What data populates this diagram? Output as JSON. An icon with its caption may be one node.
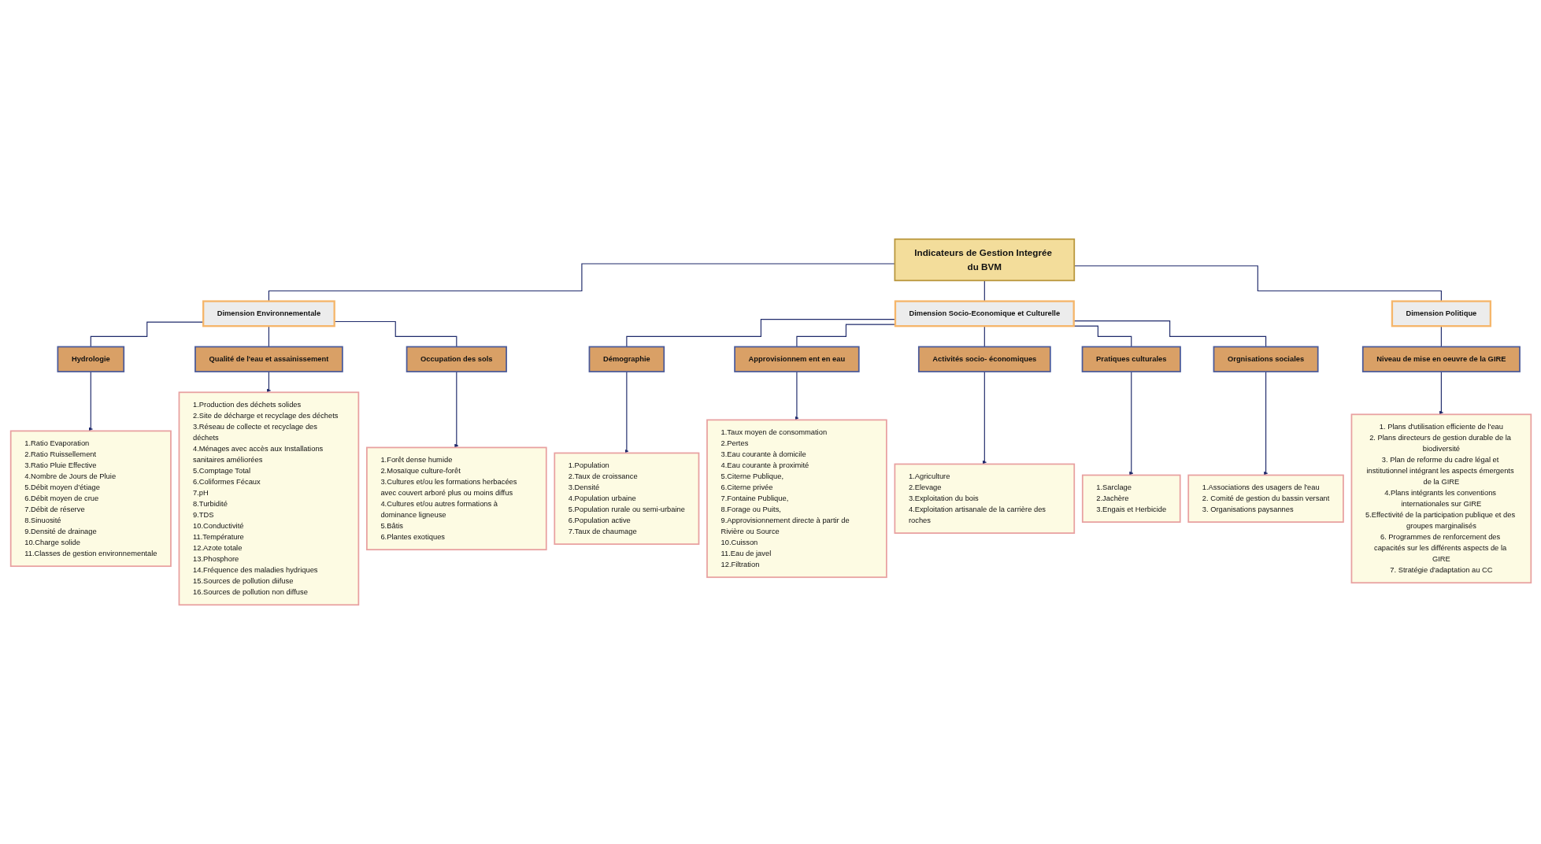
{
  "diagram": {
    "nodes": [
      {
        "text": [
          "Indicateurs de Gestion Integrée du BVM"
        ]
      },
      {
        "text": [
          "Dimension Environnementale"
        ]
      },
      {
        "text": [
          "Dimension Socio-Economique et Culturelle"
        ]
      },
      {
        "text": [
          "Dimension Politique"
        ]
      },
      {
        "text": [
          "Hydrologie"
        ]
      },
      {
        "text": [
          "Qualité de l'eau et assainissement"
        ]
      },
      {
        "text": [
          "Occupation des sols"
        ]
      },
      {
        "text": [
          "Démographie"
        ]
      },
      {
        "text": [
          "Approvisionnem ent en eau"
        ]
      },
      {
        "text": [
          "Activités socio- économiques"
        ]
      },
      {
        "text": [
          "Pratiques culturales"
        ]
      },
      {
        "text": [
          "Orgnisations sociales"
        ]
      },
      {
        "text": [
          "Niveau de mise en oeuvre de la GIRE"
        ]
      },
      {
        "text": [
          "1.Ratio Evaporation",
          "2.Ratio Ruissellement",
          "3.Ratio Pluie Effective",
          "4.Nombre de Jours de Pluie",
          "5.Débit moyen d’étiage",
          "6.Débit moyen de crue",
          "7.Débit de réserve",
          "8.Sinuosité",
          "9.Densité de drainage",
          "10.Charge solide",
          "11.Classes de gestion environnementale"
        ]
      },
      {
        "text": [
          "1.Production des déchets solides",
          "2.Site de décharge et recyclage des déchets",
          "3.Réseau de collecte et recyclage des déchets",
          "4.Ménages avec accès aux Installations sanitaires améliorées",
          "5.Comptage Total",
          "6.Coliformes Fécaux",
          "7.pH",
          "8.Turbidité",
          "9.TDS",
          "10.Conductivité",
          "11.Température",
          "12.Azote totale",
          "13.Phosphore",
          "14.Fréquence des maladies hydriques",
          "15.Sources de pollution diifuse",
          "16.Sources de pollution non diffuse"
        ]
      },
      {
        "text": [
          "1.Forêt dense humide",
          "2.Mosaïque culture-forêt",
          "3.Cultures et/ou les formations herbacées avec couvert arboré plus ou moins diffus",
          "4.Cultures et/ou autres formations à dominance ligneuse",
          "5.Bâtis",
          "6.Plantes exotiques"
        ]
      },
      {
        "text": [
          "1.Population",
          "2.Taux de croissance",
          "3.Densité",
          "4.Population urbaine",
          "5.Population rurale ou semi-urbaine",
          "6.Population active",
          "7.Taux de chaumage"
        ]
      },
      {
        "text": [
          "1.Taux moyen de consommation",
          "2.Pertes",
          "3.Eau courante à domicile",
          "4.Eau courante à proximité",
          "5.Citerne Publique,",
          "6.Citerne privée",
          "7.Fontaine Publique,",
          "8.Forage ou Puits,",
          "9.Approvisionnement directe à partir de Rivière ou Source",
          "10.Cuisson",
          "11.Eau de javel",
          "12.Filtration"
        ]
      },
      {
        "text": [
          "1.Sarclage",
          "2.Jachère",
          "3.Engais et Herbicide"
        ]
      },
      {
        "text": [
          "1.Agriculture",
          "2.Elevage",
          "3.Exploitation du bois",
          "4.Exploitation artisanale de la carrière des roches"
        ]
      },
      {
        "text": [
          "1.Associations des usagers de l'eau",
          "2. Comité de gestion du bassin versant",
          "3. Organisations paysannes"
        ]
      },
      {
        "text": [
          "1. Plans d'utilisation efficiente de l'eau",
          "2. Plans directeurs de gestion durable de la biodiversité",
          "3. Plan de reforme du cadre légal et institutionnel intégrant les aspects émergents de la GIRE",
          "4.Plans intégrants les conventions internationales sur GIRE",
          "5.Effectivité de la participation publique et des groupes marginalisés",
          "6. Programmes de renforcement des capacités sur les différents aspects de la GIRE",
          "7. Stratégie d'adaptation au CC"
        ]
      }
    ],
    "edges": [
      {
        "from": 0,
        "to": 1,
        "arrow": "none"
      },
      {
        "from": 0,
        "to": 2,
        "arrow": "none"
      },
      {
        "from": 0,
        "to": 3,
        "arrow": "none"
      },
      {
        "from": 1,
        "to": 4,
        "arrow": "none"
      },
      {
        "from": 1,
        "to": 5,
        "arrow": "none"
      },
      {
        "from": 1,
        "to": 6,
        "arrow": "none"
      },
      {
        "from": 2,
        "to": 7,
        "arrow": "none"
      },
      {
        "from": 2,
        "to": 8,
        "arrow": "none"
      },
      {
        "from": 2,
        "to": 9,
        "arrow": "none"
      },
      {
        "from": 2,
        "to": 10,
        "arrow": "none"
      },
      {
        "from": 2,
        "to": 11,
        "arrow": "none"
      },
      {
        "from": 3,
        "to": 12,
        "arrow": "none"
      },
      {
        "from": 4,
        "to": 13,
        "arrow": "to"
      },
      {
        "from": 5,
        "to": 14,
        "arrow": "to"
      },
      {
        "from": 6,
        "to": 15,
        "arrow": "to"
      },
      {
        "from": 7,
        "to": 16,
        "arrow": "to"
      },
      {
        "from": 8,
        "to": 17,
        "arrow": "to"
      },
      {
        "from": 10,
        "to": 18,
        "arrow": "to"
      },
      {
        "from": 9,
        "to": 19,
        "arrow": "to"
      },
      {
        "from": 11,
        "to": 20,
        "arrow": "to"
      },
      {
        "from": 12,
        "to": 21,
        "arrow": "to"
      }
    ]
  }
}
